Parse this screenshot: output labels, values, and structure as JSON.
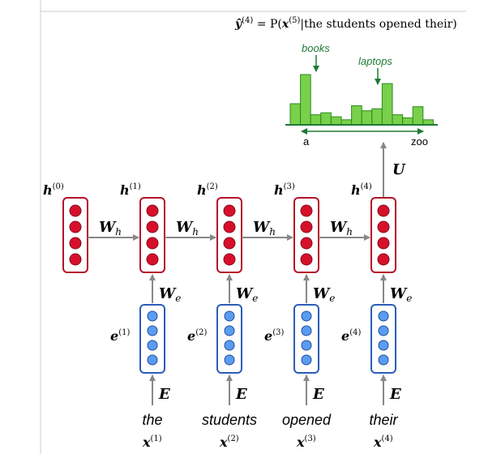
{
  "title": {
    "formula_lhs": "ŷ",
    "formula_lhs_sup": "(4)",
    "formula_eq": " = P(",
    "formula_x": "x",
    "formula_x_sup": "(5)",
    "formula_rest": "|the students opened their)"
  },
  "distribution": {
    "peak_labels": [
      "books",
      "laptops"
    ],
    "axis_start": "a",
    "axis_end": "zoo",
    "bar_heights": [
      0.42,
      1.0,
      0.2,
      0.24,
      0.16,
      0.1,
      0.38,
      0.28,
      0.32,
      0.82,
      0.2,
      0.14,
      0.36,
      0.1
    ],
    "colors": {
      "bar": "#79d04a",
      "bar_edge": "#2b8a1e",
      "axis": "#1f7a33"
    }
  },
  "labels": {
    "U": "U",
    "W_h": "W",
    "W_h_sub": "h",
    "W_e": "W",
    "W_e_sub": "e",
    "E": "E",
    "h": "h",
    "e": "e",
    "x": "x"
  },
  "hidden_states": [
    {
      "sup": "(0)"
    },
    {
      "sup": "(1)"
    },
    {
      "sup": "(2)"
    },
    {
      "sup": "(3)"
    },
    {
      "sup": "(4)"
    }
  ],
  "embeddings": [
    {
      "sup": "(1)"
    },
    {
      "sup": "(2)"
    },
    {
      "sup": "(3)"
    },
    {
      "sup": "(4)"
    }
  ],
  "words": [
    {
      "text": "the",
      "x_sup": "(1)"
    },
    {
      "text": "students",
      "x_sup": "(2)"
    },
    {
      "text": "opened",
      "x_sup": "(3)"
    },
    {
      "text": "their",
      "x_sup": "(4)"
    }
  ],
  "colors": {
    "hidden_border": "#b5122a",
    "hidden_dot": "#d6102a",
    "embed_border": "#2c5db8",
    "embed_dot": "#5a9cf0",
    "arrow": "#888888"
  }
}
